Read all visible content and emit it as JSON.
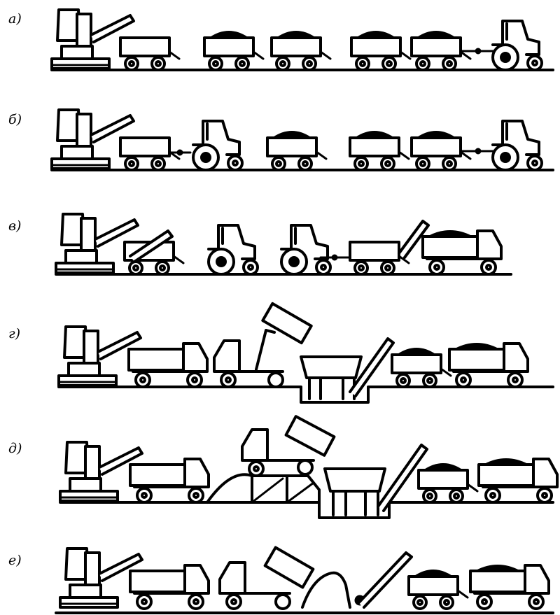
{
  "rows": [
    {
      "label": "а)"
    },
    {
      "label": "б)"
    },
    {
      "label": "в)"
    },
    {
      "label": "г)"
    },
    {
      "label": "д)"
    },
    {
      "label": "е)"
    }
  ]
}
